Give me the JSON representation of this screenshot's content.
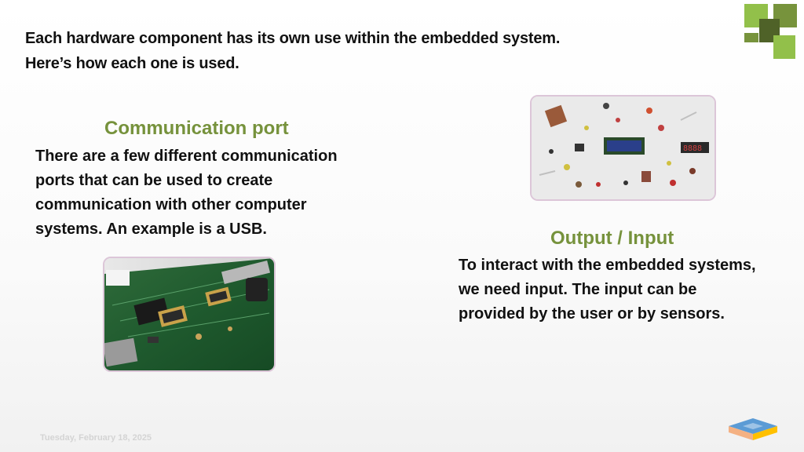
{
  "intro": {
    "line1": "Each hardware component has its own use within the embedded system.",
    "line2": "Here’s how each one is used."
  },
  "communication": {
    "heading": "Communication port",
    "lines": [
      "There are a few different communication",
      "ports that can be used to create",
      "communication with other computer",
      "systems. An example is a USB."
    ]
  },
  "output_input": {
    "heading": "Output / Input",
    "lines": [
      "To interact with the embedded systems,",
      "we need input. The input can be",
      "provided by the user or by sensors."
    ]
  },
  "footer": {
    "date": "Tuesday, February 18, 2025"
  },
  "colors": {
    "heading_green": "#76923c",
    "logo_light_green": "#92c04a",
    "logo_olive": "#77933c",
    "logo_dark_green": "#4f6228",
    "photo_border": "#dcc6d8"
  },
  "icons": {
    "logo": "green-squares-logo-icon",
    "brand": "stacked-diamond-logo-icon"
  }
}
